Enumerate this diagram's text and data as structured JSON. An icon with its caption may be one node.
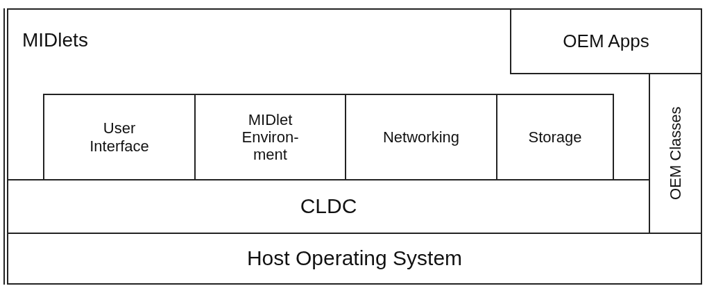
{
  "diagram": {
    "nodes": [
      {
        "text": [
          "MIDlets"
        ]
      },
      {
        "text": [
          "OEM Apps"
        ]
      },
      {
        "text": [
          "OEM Classes"
        ]
      },
      {
        "text": [
          "User Interface"
        ],
        "in": 0
      },
      {
        "text": [
          "MIDlet Environ- ment"
        ],
        "in": 0
      },
      {
        "text": [
          "Networking"
        ],
        "in": 0
      },
      {
        "text": [
          "Storage"
        ],
        "in": 0
      },
      {
        "text": [
          "CLDC"
        ]
      },
      {
        "text": [
          "Host Operating System"
        ]
      }
    ]
  }
}
